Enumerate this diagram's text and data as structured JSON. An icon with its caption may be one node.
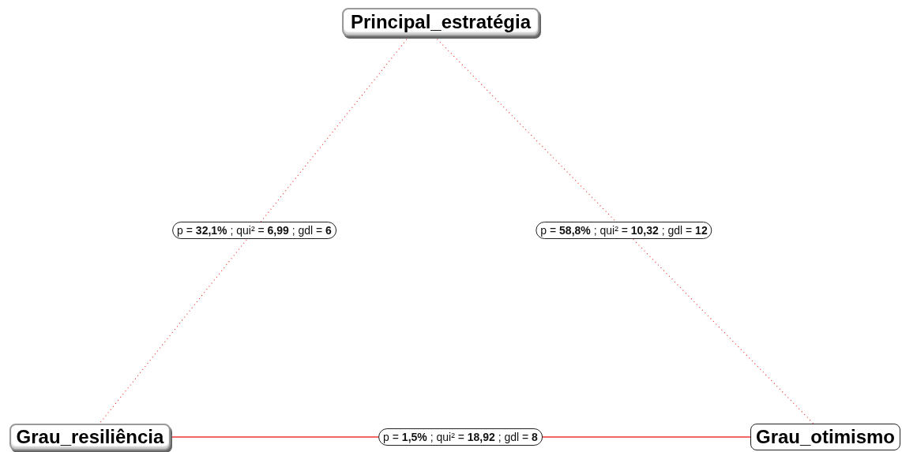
{
  "diagram": {
    "nodes": [
      {
        "text": [
          "Principal_estratégia"
        ]
      },
      {
        "text": [
          "Grau_resiliência"
        ]
      },
      {
        "text": [
          "Grau_otimismo"
        ]
      }
    ],
    "edges": [
      {
        "from": 0,
        "to": 1,
        "arrow": "none",
        "style": "dashed",
        "label": "p = **32,1%** ; qui² = **6,99** ; gdl = **6**"
      },
      {
        "from": 0,
        "to": 2,
        "arrow": "none",
        "style": "dashed",
        "label": "p = **58,8%** ; qui² = **10,32** ; gdl = **12**"
      },
      {
        "from": 1,
        "to": 2,
        "arrow": "none",
        "label": "p = **1,5%** ; qui² = **18,92** ; gdl = **8**"
      }
    ]
  }
}
